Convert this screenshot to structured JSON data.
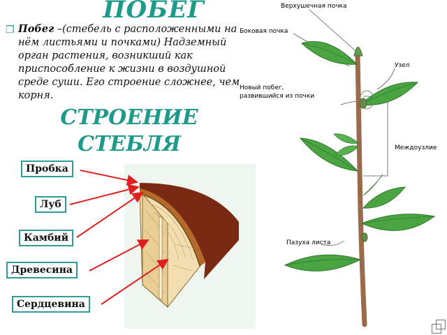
{
  "slide": {
    "title": "ПОБЕГ",
    "definition_term": "Побег",
    "definition_dash": " –",
    "definition_text": "(стебель с расположенными на нём листьями и почками) Надземный орган растения, возникший как приспособление к жизни в воздушной среде суши. Его строение сложнее, чем корня.",
    "subtitle_line1": "СТРОЕНИЕ",
    "subtitle_line2": "СТЕБЛЯ"
  },
  "stem_labels": [
    "Пробка",
    "Луб",
    "Камбий",
    "Древесина",
    "Сердцевина"
  ],
  "plant_labels": {
    "apical_bud": "Верхушечная почка",
    "lateral_bud": "Боковая почка",
    "node": "Узел",
    "new_shoot_1": "Новый побег,",
    "new_shoot_2": "развившийся из почки",
    "internode": "Междоузлие",
    "leaf_axil": "Пазуха листа"
  },
  "colors": {
    "accent": "#1d9a8a",
    "arrow": "#e02020",
    "bark": "#7a2a12",
    "leaf": "#3f9a3a",
    "wood": "#f2deb0"
  }
}
